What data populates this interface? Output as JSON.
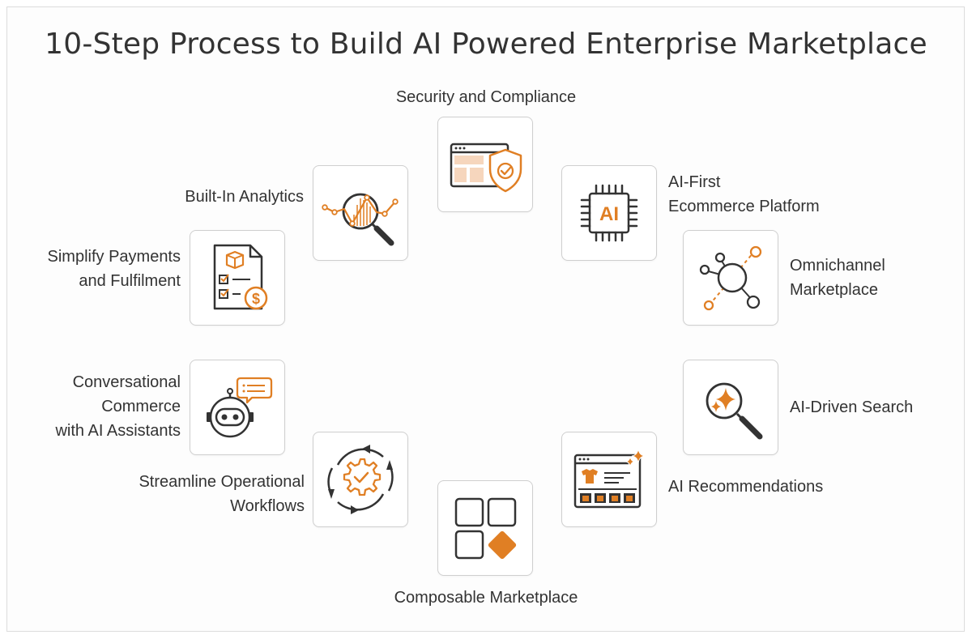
{
  "title": "10-Step Process to Build AI Powered Enterprise Marketplace",
  "accent_color": "#e07f24",
  "ink_color": "#333333",
  "steps": [
    {
      "icon": "shield-check-icon",
      "label_lines": [
        "Security and Compliance"
      ]
    },
    {
      "icon": "ai-chip-icon",
      "label_lines": [
        "AI-First",
        "Ecommerce Platform"
      ]
    },
    {
      "icon": "network-nodes-icon",
      "label_lines": [
        "Omnichannel",
        "Marketplace"
      ]
    },
    {
      "icon": "sparkle-search-icon",
      "label_lines": [
        "AI-Driven Search"
      ]
    },
    {
      "icon": "product-recommendation-icon",
      "label_lines": [
        "AI Recommendations"
      ]
    },
    {
      "icon": "composable-blocks-icon",
      "label_lines": [
        "Composable Marketplace"
      ]
    },
    {
      "icon": "gear-cycle-icon",
      "label_lines": [
        "Streamline Operational",
        "Workflows"
      ]
    },
    {
      "icon": "chatbot-icon",
      "label_lines": [
        "Conversational",
        "Commerce",
        "with AI Assistants"
      ]
    },
    {
      "icon": "invoice-payment-icon",
      "label_lines": [
        "Simplify Payments",
        "and Fulfilment"
      ]
    },
    {
      "icon": "analytics-magnifier-icon",
      "label_lines": [
        "Built-In Analytics"
      ]
    }
  ]
}
